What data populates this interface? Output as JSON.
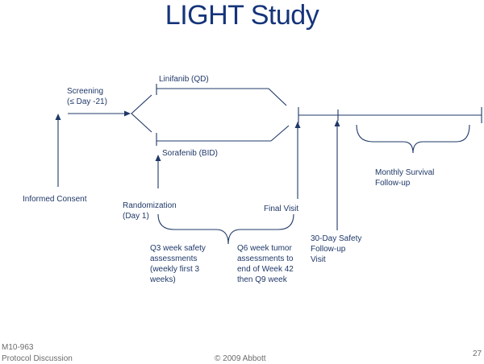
{
  "slide": {
    "title": "LIGHT Study"
  },
  "diagram": {
    "screening": "Screening\n(≤ Day -21)",
    "arm_1": "Linifanib (QD)",
    "arm_2": "Sorafenib (BID)",
    "informed_consent": "Informed Consent",
    "randomization": "Randomization\n(Day 1)",
    "final_visit": "Final Visit",
    "safety_followup": "30-Day Safety\nFollow-up\nVisit",
    "survival_followup": "Monthly Survival\nFollow-up",
    "q3_safety": "Q3 week safety\nassessments\n(weekly first 3\nweeks)",
    "q6_tumor": "Q6 week tumor\nassessments to\nend of  Week 42\nthen Q9 week"
  },
  "footer": {
    "doc_id": "M10-963",
    "doc_type": "Protocol  Discussion",
    "copyright": "© 2009 Abbott",
    "page_number": "27"
  }
}
